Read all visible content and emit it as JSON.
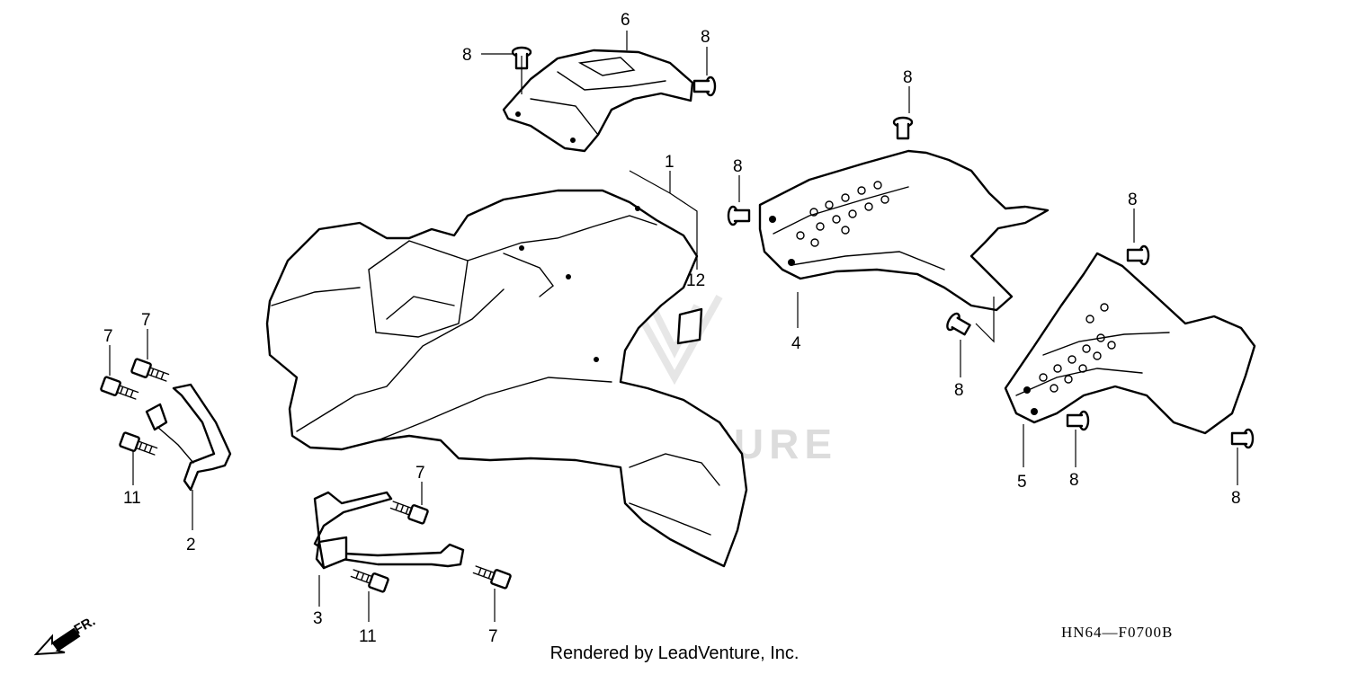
{
  "diagram": {
    "watermark": "LEADVENTURE",
    "diagram_code": "HN64—F0700B",
    "footer_text": "Rendered by LeadVenture, Inc.",
    "direction_label": "FR.",
    "callouts": [
      "1",
      "2",
      "3",
      "4",
      "5",
      "6",
      "7",
      "8",
      "11",
      "12"
    ]
  }
}
